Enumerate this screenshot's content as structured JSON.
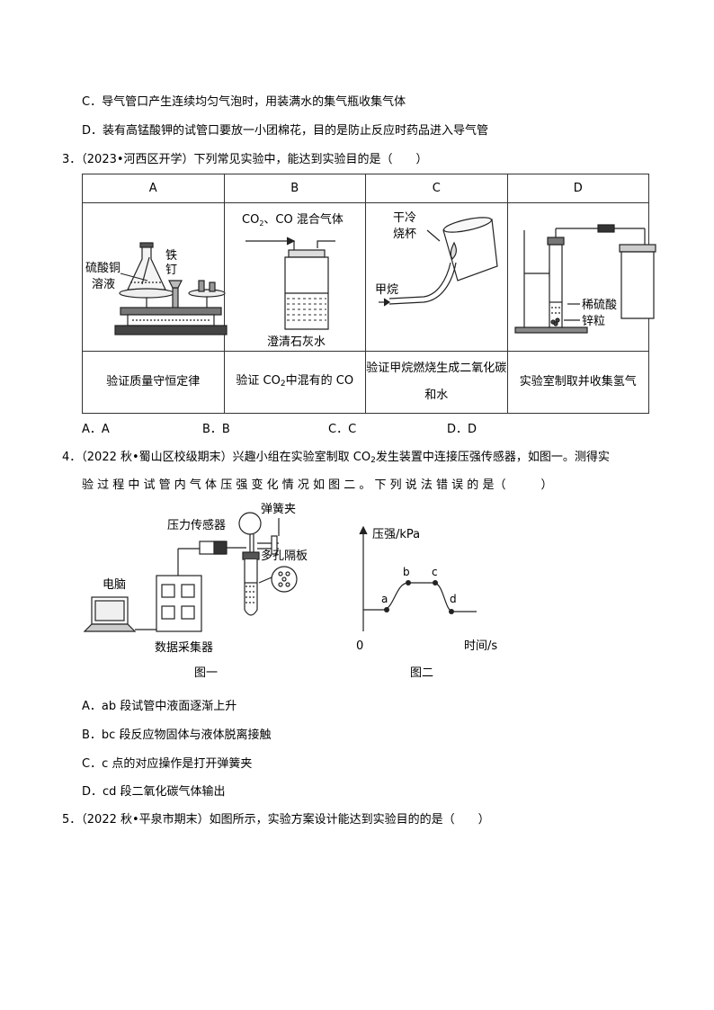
{
  "q2": {
    "optC": "C．导气管口产生连续均匀气泡时，用装满水的集气瓶收集气体",
    "optD": "D．装有高锰酸钾的试管口要放一小团棉花，目的是防止反应时药品进入导气管"
  },
  "q3": {
    "stem": "3．（2023•河西区开学）下列常见实验中，能达到实验目的是（　　）",
    "headers": [
      "A",
      "B",
      "C",
      "D"
    ],
    "captions": {
      "a": "验证质量守恒定律",
      "b_pre": "验证 CO",
      "b_sub": "2",
      "b_post": "中混有的 CO",
      "c": "验证甲烷燃烧生成二氧化碳和水",
      "d": "实验室制取并收集氢气"
    },
    "figA": {
      "l1": "硫酸铜",
      "l2": "溶液",
      "l3": "铁",
      "l4": "钉"
    },
    "figB": {
      "gas_pre": "CO",
      "gas_sub": "2",
      "gas_post": "、CO 混合气体",
      "bottle": "澄清石灰水"
    },
    "figC": {
      "l1": "干冷",
      "l2": "烧杯",
      "gas": "甲烷"
    },
    "figD": {
      "acid": "稀硫酸",
      "zinc": "锌粒"
    },
    "options": [
      "A．A",
      "B．B",
      "C．C",
      "D．D"
    ]
  },
  "q4": {
    "stem_l1_pre": "4．（2022 秋•蜀山区校级期末）兴趣小组在实验室制取 CO",
    "stem_l1_sub": "2",
    "stem_l1_post": "发生装置中连接压强传感器，如图一。测得实",
    "stem_l2": "验 过 程 中 试 管 内 气 体 压 强 变 化 情 况 如 图 二 。 下 列 说 法 错 误 的 是（　　　）",
    "fig1": {
      "clamp": "弹簧夹",
      "sensor": "压力传感器",
      "plate": "多孔隔板",
      "computer": "电脑",
      "collector": "数据采集器",
      "caption": "图一"
    },
    "fig2": {
      "ylabel": "压强/kPa",
      "xlabel": "时间/s",
      "origin": "0",
      "points": [
        "a",
        "b",
        "c",
        "d"
      ],
      "caption": "图二"
    },
    "options": [
      "A．ab 段试管中液面逐渐上升",
      "B．bc 段反应物固体与液体脱离接触",
      "C．c 点的对应操作是打开弹簧夹",
      "D．cd 段二氧化碳气体输出"
    ]
  },
  "q5": {
    "stem": "5．（2022 秋•平泉市期末）如图所示，实验方案设计能达到实验目的的是（　　）"
  }
}
